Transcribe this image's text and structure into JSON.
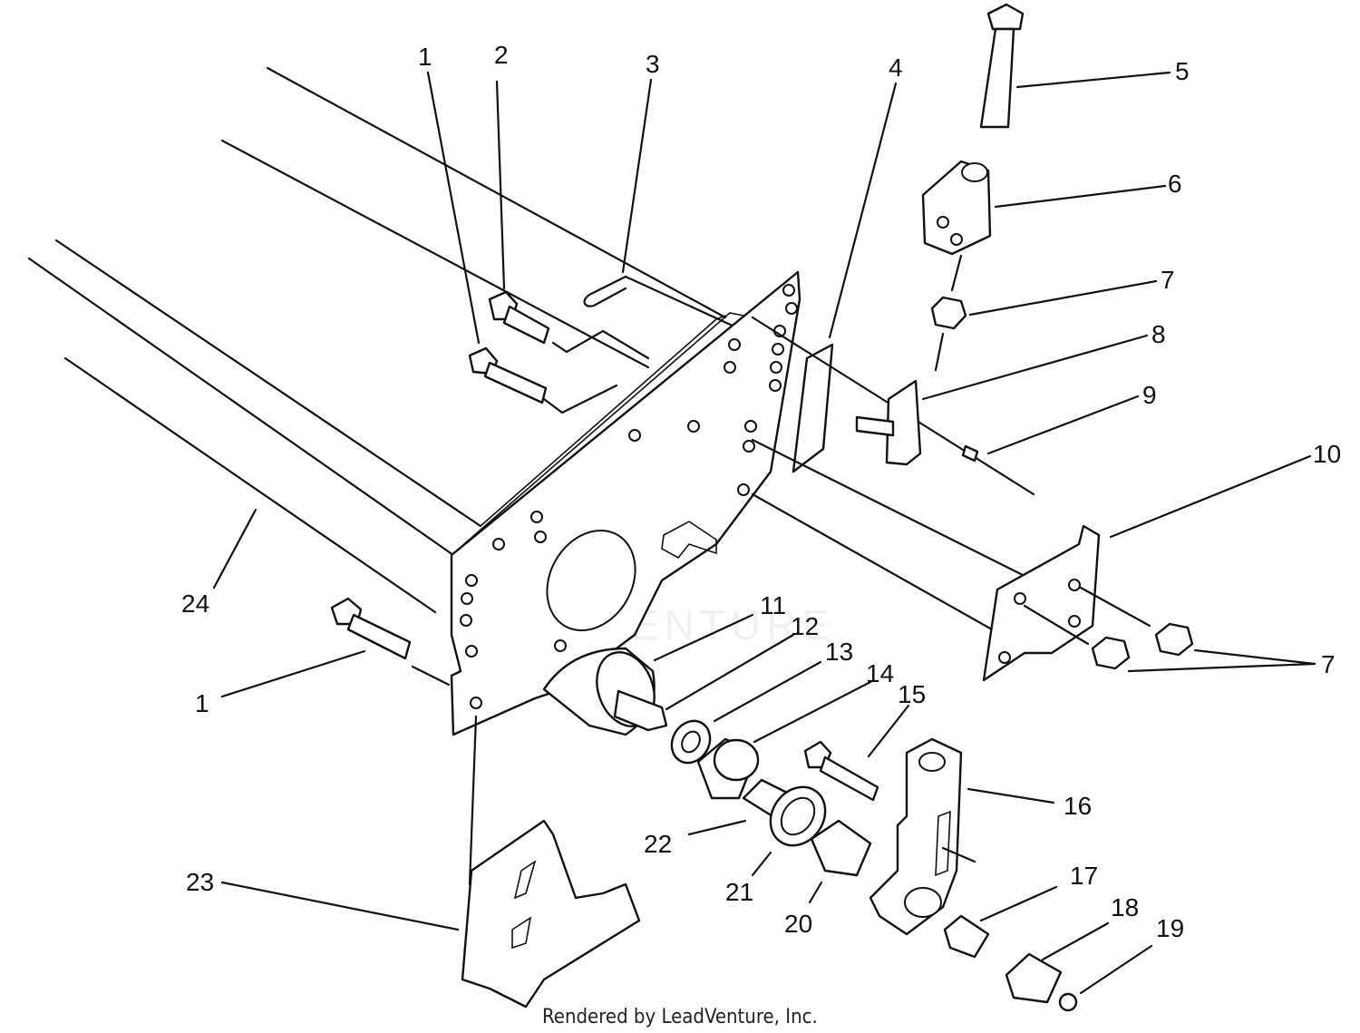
{
  "watermark": "LEADVENTURE",
  "footer": "Rendered by LeadVenture, Inc.",
  "callouts": [
    {
      "id": "1a",
      "text": "1"
    },
    {
      "id": "2",
      "text": "2"
    },
    {
      "id": "3",
      "text": "3"
    },
    {
      "id": "4",
      "text": "4"
    },
    {
      "id": "5",
      "text": "5"
    },
    {
      "id": "6",
      "text": "6"
    },
    {
      "id": "7a",
      "text": "7"
    },
    {
      "id": "8",
      "text": "8"
    },
    {
      "id": "9",
      "text": "9"
    },
    {
      "id": "10",
      "text": "10"
    },
    {
      "id": "7b",
      "text": "7"
    },
    {
      "id": "24",
      "text": "24"
    },
    {
      "id": "1b",
      "text": "1"
    },
    {
      "id": "11",
      "text": "11"
    },
    {
      "id": "12",
      "text": "12"
    },
    {
      "id": "13",
      "text": "13"
    },
    {
      "id": "14",
      "text": "14"
    },
    {
      "id": "15",
      "text": "15"
    },
    {
      "id": "16",
      "text": "16"
    },
    {
      "id": "22",
      "text": "22"
    },
    {
      "id": "21",
      "text": "21"
    },
    {
      "id": "20",
      "text": "20"
    },
    {
      "id": "23",
      "text": "23"
    },
    {
      "id": "17",
      "text": "17"
    },
    {
      "id": "18",
      "text": "18"
    },
    {
      "id": "19",
      "text": "19"
    }
  ]
}
